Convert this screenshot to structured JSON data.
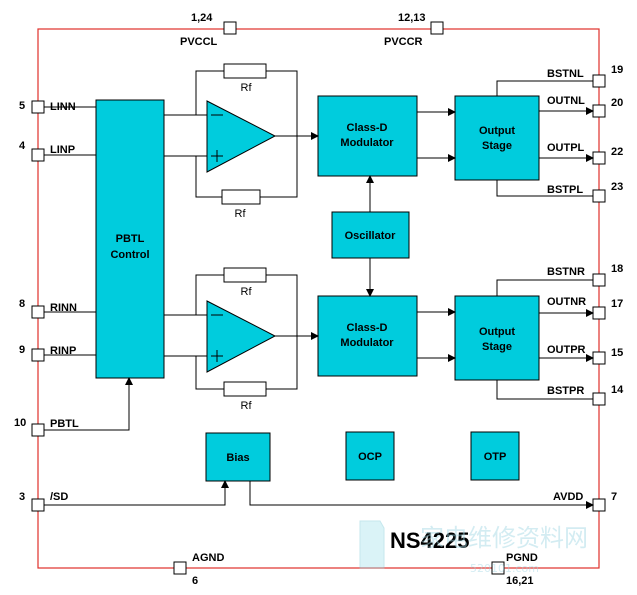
{
  "chip": {
    "name": "NS4225"
  },
  "blocks": {
    "pbtl_line1": "PBTL",
    "pbtl_line2": "Control",
    "classd_top_1": "Class-D",
    "classd_top_2": "Modulator",
    "classd_bot_1": "Class-D",
    "classd_bot_2": "Modulator",
    "output_top_1": "Output",
    "output_top_2": "Stage",
    "output_bot_1": "Output",
    "output_bot_2": "Stage",
    "oscillator": "Oscillator",
    "bias": "Bias",
    "ocp": "OCP",
    "otp": "OTP"
  },
  "resistors": {
    "rf1": "Rf",
    "rf2": "Rf",
    "rf3": "Rf",
    "rf4": "Rf"
  },
  "pins": {
    "pvccl": {
      "num": "1,24",
      "name": "PVCCL"
    },
    "pvccr": {
      "num": "12,13",
      "name": "PVCCR"
    },
    "linn": {
      "num": "5",
      "name": "LINN"
    },
    "linp": {
      "num": "4",
      "name": "LINP"
    },
    "rinn": {
      "num": "8",
      "name": "RINN"
    },
    "rinp": {
      "num": "9",
      "name": "RINP"
    },
    "pbtl": {
      "num": "10",
      "name": "PBTL"
    },
    "sd": {
      "num": "3",
      "name": "/SD"
    },
    "bstnl": {
      "num": "19",
      "name": "BSTNL"
    },
    "outnl": {
      "num": "20",
      "name": "OUTNL"
    },
    "outpl": {
      "num": "22",
      "name": "OUTPL"
    },
    "bstpl": {
      "num": "23",
      "name": "BSTPL"
    },
    "bstnr": {
      "num": "18",
      "name": "BSTNR"
    },
    "outnr": {
      "num": "17",
      "name": "OUTNR"
    },
    "outpr": {
      "num": "15",
      "name": "OUTPR"
    },
    "bstpr": {
      "num": "14",
      "name": "BSTPR"
    },
    "avdd": {
      "num": "7",
      "name": "AVDD"
    },
    "agnd": {
      "num": "6",
      "name": "AGND"
    },
    "pgnd": {
      "num": "16,21",
      "name": "PGND"
    }
  },
  "colors": {
    "block": "#00ccdd",
    "border": "#e0302a",
    "wire": "#000000"
  },
  "watermark": {
    "text": "家电维修资料网",
    "url": "520101.com"
  }
}
